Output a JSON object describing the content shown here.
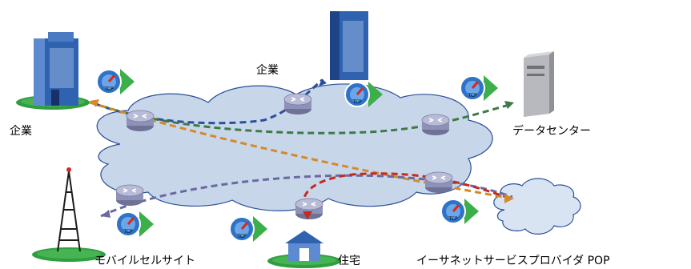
{
  "labels": {
    "enterprise_left": "企業",
    "enterprise_top": "企業",
    "datacenter": "データセンター",
    "mobile_cell_site": "モバイルセルサイト",
    "residence": "住宅",
    "ethernet_isp_pop": "イーサネットサービスプロバイダ POP"
  },
  "badge_text": "TCP",
  "colors": {
    "cloud_fill": "#c8d6ea",
    "cloud_stroke": "#2c4f9a",
    "isp_cloud_fill": "#d9e4f3",
    "router": "#8e92b8",
    "arrow_green": "#3cae4a",
    "building_blue": "#2f63b0",
    "building_blue_light": "#5d8ad0",
    "lawn": "#2f9e3f",
    "path_blue": "#2c4f9a",
    "path_green": "#3d7a45",
    "path_orange": "#d48a2a",
    "path_purple": "#6a6aa0",
    "path_red": "#c42b1e",
    "badge_blue": "#2f73c8",
    "badge_red": "#d6291c"
  }
}
